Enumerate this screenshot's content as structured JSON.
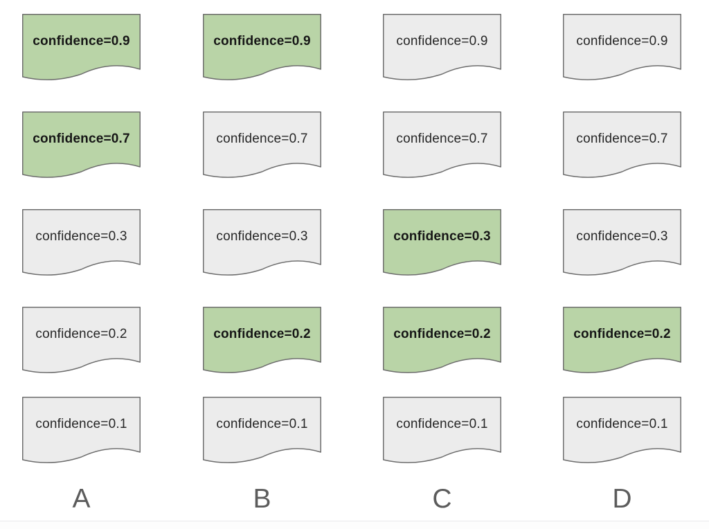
{
  "figure": {
    "columns": [
      {
        "label": "A",
        "boxes": [
          {
            "label": "confidence=0.9",
            "highlighted": true
          },
          {
            "label": "confidence=0.7",
            "highlighted": true
          },
          {
            "label": "confidence=0.3",
            "highlighted": false
          },
          {
            "label": "confidence=0.2",
            "highlighted": false
          },
          {
            "label": "confidence=0.1",
            "highlighted": false
          }
        ]
      },
      {
        "label": "B",
        "boxes": [
          {
            "label": "confidence=0.9",
            "highlighted": true
          },
          {
            "label": "confidence=0.7",
            "highlighted": false
          },
          {
            "label": "confidence=0.3",
            "highlighted": false
          },
          {
            "label": "confidence=0.2",
            "highlighted": true
          },
          {
            "label": "confidence=0.1",
            "highlighted": false
          }
        ]
      },
      {
        "label": "C",
        "boxes": [
          {
            "label": "confidence=0.9",
            "highlighted": false
          },
          {
            "label": "confidence=0.7",
            "highlighted": false
          },
          {
            "label": "confidence=0.3",
            "highlighted": true
          },
          {
            "label": "confidence=0.2",
            "highlighted": true
          },
          {
            "label": "confidence=0.1",
            "highlighted": false
          }
        ]
      },
      {
        "label": "D",
        "boxes": [
          {
            "label": "confidence=0.9",
            "highlighted": false
          },
          {
            "label": "confidence=0.7",
            "highlighted": false
          },
          {
            "label": "confidence=0.3",
            "highlighted": false
          },
          {
            "label": "confidence=0.2",
            "highlighted": true
          },
          {
            "label": "confidence=0.1",
            "highlighted": false
          }
        ]
      }
    ]
  },
  "colors": {
    "highlight_fill": "#b9d4a7",
    "default_fill": "#ececec",
    "border": "#6e6e6e",
    "text": "#262626",
    "text_bold": "#161616",
    "label_color": "#5c5c5c",
    "divider": "#e8e9eb"
  }
}
